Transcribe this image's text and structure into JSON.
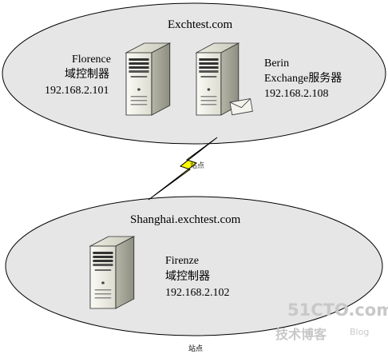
{
  "sites": {
    "top": {
      "domain": "Exchtest.com",
      "servers": [
        {
          "name": "Florence",
          "role": "域控制器",
          "ip": "192.168.2.101"
        },
        {
          "name": "Berin",
          "role": "Exchange服务器",
          "ip": "192.168.2.108"
        }
      ]
    },
    "bottom": {
      "domain": "Shanghai.exchtest.com",
      "servers": [
        {
          "name": "Firenze",
          "role": "域控制器",
          "ip": "192.168.2.102"
        }
      ]
    }
  },
  "link_label": "站点",
  "caption": "站点",
  "watermark": {
    "main": "51CTO.com",
    "sub": "技术博客",
    "blog": "Blog"
  },
  "colors": {
    "ellipse_fill": "#e6e6e6",
    "lightning": "#ffff00",
    "watermark": "#c8c8c8"
  }
}
